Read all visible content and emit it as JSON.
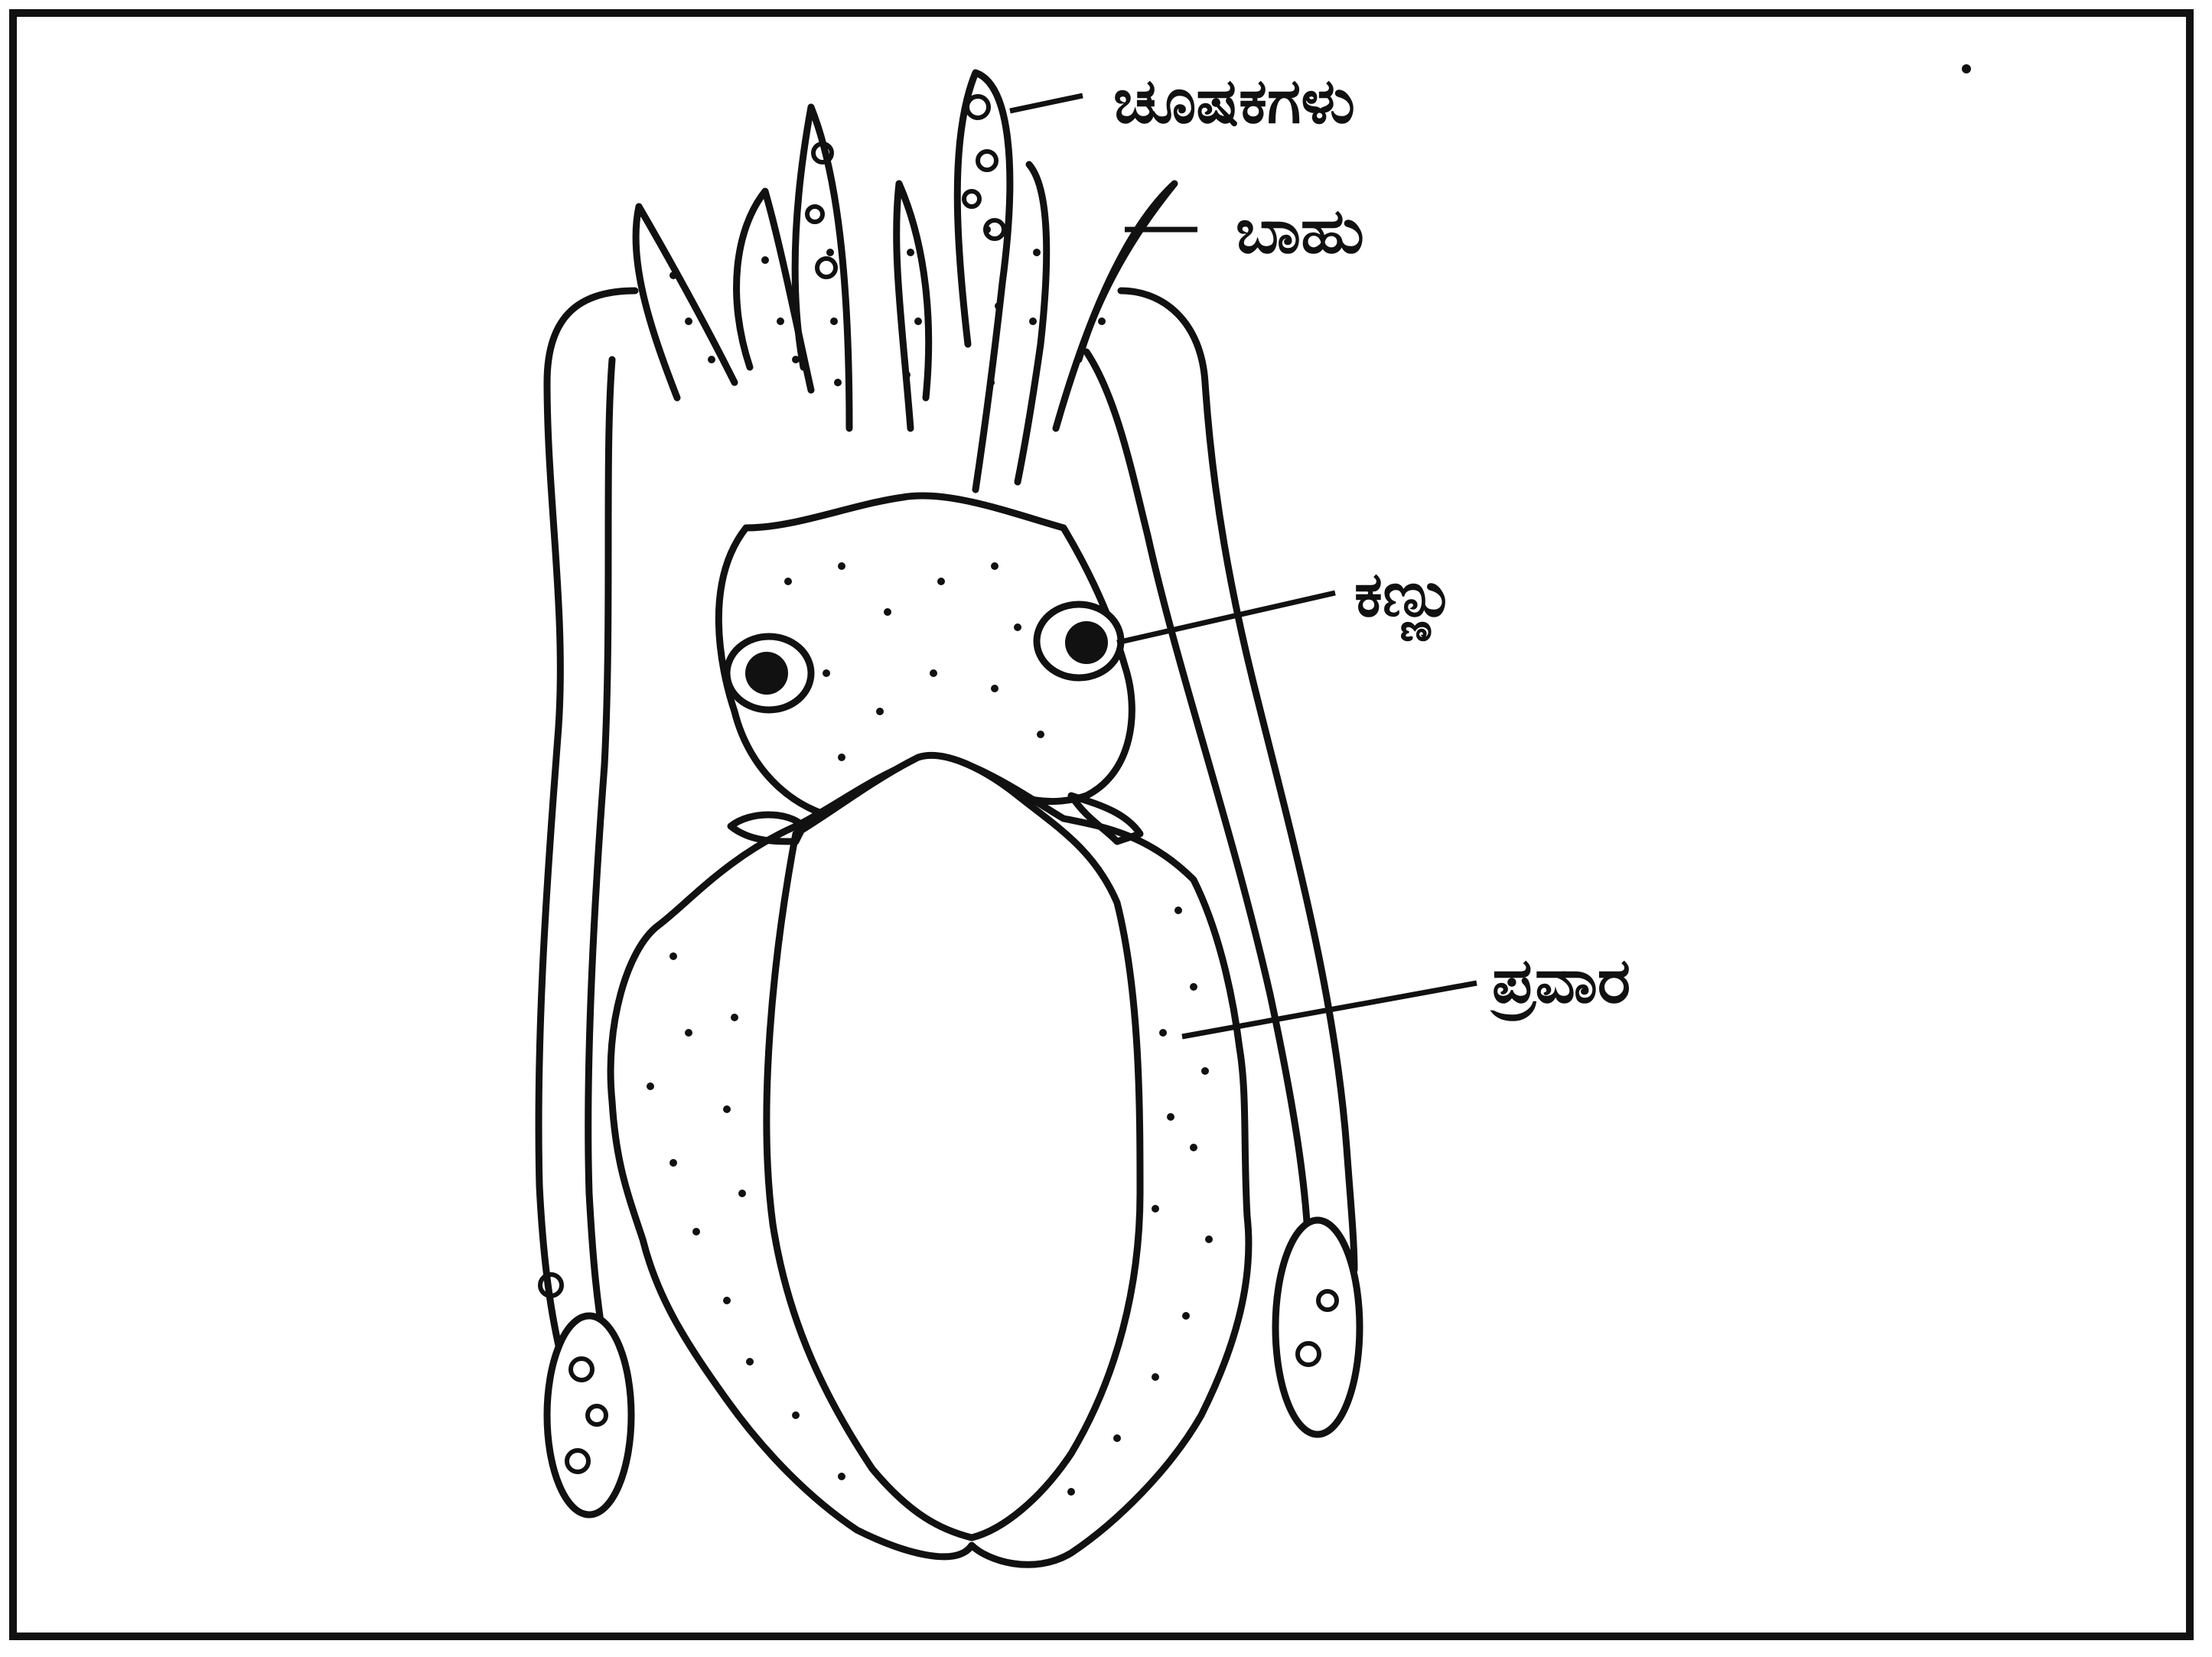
{
  "diagram": {
    "labels": {
      "suckers": "ಚೂಷಕಗಳು",
      "arm": "ಬಾಹು",
      "eye": "ಕಣ್ಣು",
      "mantle": "ಪ್ರವಾರ"
    },
    "colors": {
      "ink": "#111111",
      "paper": "#ffffff"
    }
  }
}
